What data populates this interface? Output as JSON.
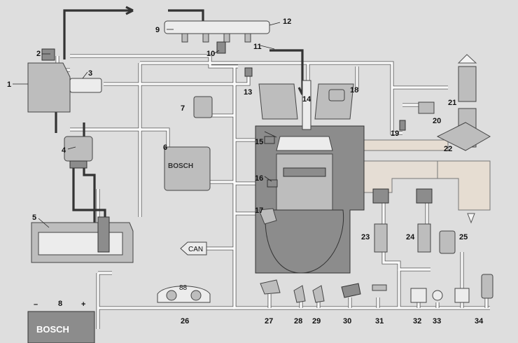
{
  "labels": {
    "n1": "1",
    "n2": "2",
    "n3": "3",
    "n4": "4",
    "n5": "5",
    "n6": "6",
    "n7": "7",
    "n8": "8",
    "n9": "9",
    "n10": "10",
    "n11": "11",
    "n12": "12",
    "n13": "13",
    "n14": "14",
    "n15": "15",
    "n16": "16",
    "n17": "17",
    "n18": "18",
    "n19": "19",
    "n20": "20",
    "n21": "21",
    "n22": "22",
    "n23": "23",
    "n24": "24",
    "n25": "25",
    "n26": "26",
    "n27": "27",
    "n28": "28",
    "n29": "29",
    "n30": "30",
    "n31": "31",
    "n32": "32",
    "n33": "33",
    "n34": "34"
  },
  "ecu_brand": "BOSCH",
  "battery_brand": "BOSCH",
  "battery_minus": "–",
  "battery_plus": "+",
  "can_label": "CAN",
  "cluster_reading": "88"
}
